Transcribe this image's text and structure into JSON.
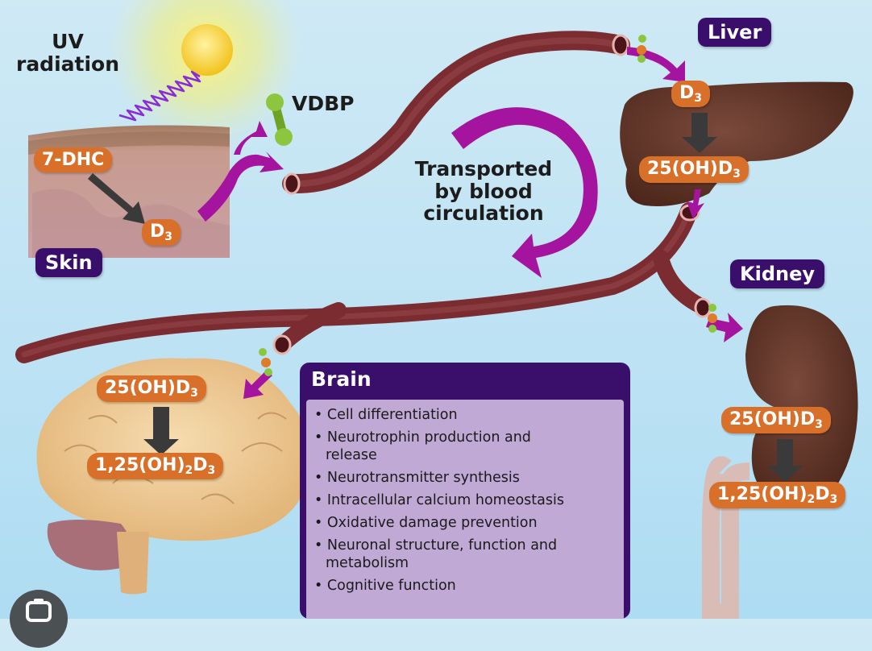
{
  "labels": {
    "uv_radiation": "UV radiation",
    "vdbp": "VDBP",
    "transported": "Transported by blood circulation",
    "skin": "Skin",
    "liver": "Liver",
    "kidney": "Kidney"
  },
  "skin": {
    "precursor": "7-DHC",
    "product_base": "D",
    "product_sub": "3"
  },
  "liver": {
    "input_base": "D",
    "input_sub": "3",
    "output_base": "25(OH)D",
    "output_sub": "3"
  },
  "kidney": {
    "input_base": "25(OH)D",
    "input_sub": "3",
    "output_pre": "1,25(OH)",
    "output_sub1": "2",
    "output_mid": "D",
    "output_sub2": "3"
  },
  "brain": {
    "input_base": "25(OH)D",
    "input_sub": "3",
    "output_pre": "1,25(OH)",
    "output_sub1": "2",
    "output_mid": "D",
    "output_sub2": "3",
    "box_title": "Brain",
    "functions": [
      "Cell differentiation",
      "Neurotrophin production and release",
      "Neurotransmitter synthesis",
      "Intracellular calcium homeostasis",
      "Oxidative damage prevention",
      "Neuronal structure, function and metabolism",
      "Cognitive function"
    ]
  },
  "overlay": {
    "camera_button_icon": "camera-lens-icon"
  },
  "colors": {
    "tag_purple": "#3a0f6b",
    "pill_orange": "#d9702a",
    "arrow_magenta": "#a4149e",
    "vessel": "#7a2c30",
    "organ_brown": "#5a2e22",
    "vdbp_green": "#8cc63f"
  }
}
